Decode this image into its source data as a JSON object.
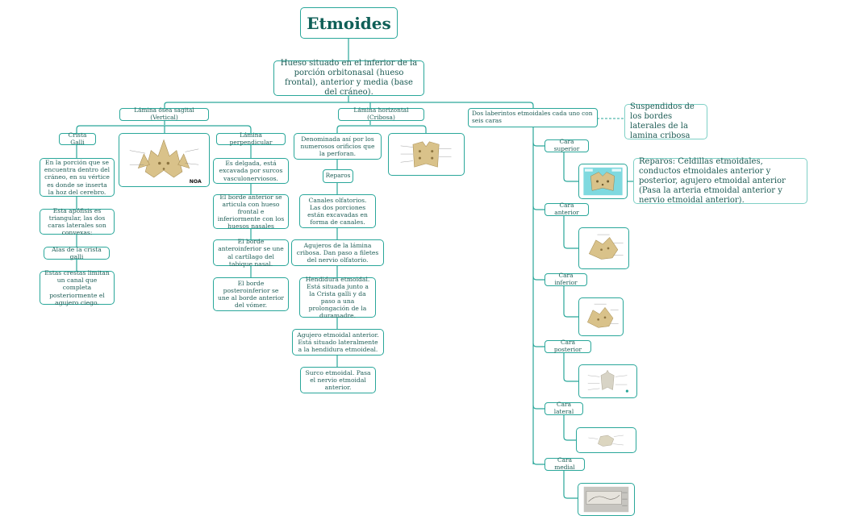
{
  "title": "Etmoides",
  "central": "Hueso situado en el inferior de la porción orbitonasal (hueso frontal), anterior y media (base del cráneo).",
  "branches": {
    "sagital": "Lámina ósea sagital (Vertical)",
    "horizontal": "Lámina horizontal (Cribosa)",
    "laberintos": "Dos laberintos etmoidales cada uno con seis caras"
  },
  "crista": {
    "label": "Crista Galli",
    "items": [
      "En la porción que se encuentra dentro del cráneo, en su vértice es donde se inserta la hoz del cerebro.",
      "Esta apófisis es triangular, las dos caras laterales son convexas:",
      "Alas de la crista galli",
      "Estas crestas limitan un canal que completa posteriormente el agujero ciego."
    ]
  },
  "perpendicular": {
    "label": "Lámina perpendicular",
    "items": [
      "Es delgada, está excavada por surcos vasculonerviosos.",
      "El borde anterior se articula con hueso frontal e inferiormente con los huesos nasales",
      "El borde anteroinferior se une al cartílago del tabique nasal.",
      "El borde posteroinferior se une al borde anterior del vómer."
    ]
  },
  "cribosa": {
    "desc": "Denominada así por los numerosos orificios que la perforan.",
    "reparos_label": "Reparos",
    "reparos": [
      "Canales olfatorios. Las dos porciones están excavadas en forma de canales.",
      "Agujeros de la lámina cribosa. Dan paso a filetes del nervio olfatorio.",
      "Hendidura etmoidal. Está situada junto a la Crista galli y da paso a una prolongación de la duramadre.",
      "Agujero etmoidal anterior. Está situado lateralmente a la hendidura etmoideal.",
      "Surco etmoidal. Pasa el nervio etmoidal anterior."
    ]
  },
  "laberintos": {
    "note": "Suspendidos de los bordes laterales de la lamina cribosa",
    "caras": [
      "Cara superior",
      "Cara anterior",
      "Cara inferior",
      "Cara posterior",
      "Cara lateral",
      "Cara medial"
    ],
    "superior_reparos": "Reparos: Celdillas etmoidales, conductos etmoidales anterior y posterior, agujero etmoidal anterior (Pasa la arteria etmoidal anterior y nervio etmoidal anterior)."
  },
  "colors": {
    "accent": "#2aa79a",
    "text": "#1f5e57",
    "bone": "#d9c28a"
  },
  "icons": [
    "ethmoid-vertical-image",
    "ethmoid-cribosa-image",
    "ethmoid-superior-image",
    "ethmoid-anterior-image",
    "ethmoid-inferior-image",
    "ethmoid-posterior-image",
    "ethmoid-lateral-image",
    "ethmoid-medial-image"
  ]
}
